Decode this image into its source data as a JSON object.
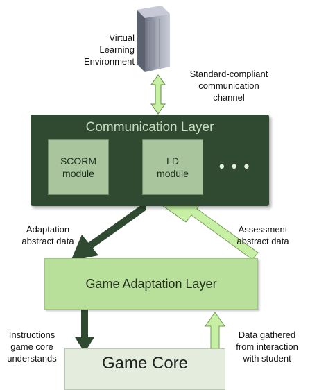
{
  "vle": {
    "label_lines": [
      "Virtual",
      "Learning",
      "Environment"
    ],
    "channel_lines": [
      "Standard-compliant",
      "communication",
      "channel"
    ]
  },
  "communication_layer": {
    "title": "Communication Layer",
    "modules": [
      {
        "lines": [
          "SCORM",
          "module"
        ]
      },
      {
        "lines": [
          "LD",
          "module"
        ]
      }
    ],
    "more": "• • •"
  },
  "adaptation_layer": {
    "title": "Game Adaptation Layer"
  },
  "game_core": {
    "title": "Game Core"
  },
  "edges": {
    "adaptation_data_lines": [
      "Adaptation",
      "abstract data"
    ],
    "assessment_data_lines": [
      "Assessment",
      "abstract data"
    ],
    "instructions_lines": [
      "Instructions",
      "game core",
      "understands"
    ],
    "gathered_lines": [
      "Data gathered",
      "from interaction",
      "with student"
    ]
  },
  "colors": {
    "comm_layer": "#2f4a31",
    "module_fill": "#a9c59e",
    "adaptation_fill": "#b9e09a",
    "core_fill": "#e4ecdd",
    "dark_arrow": "#2f4a31",
    "light_arrow": "#c8f0a4"
  }
}
